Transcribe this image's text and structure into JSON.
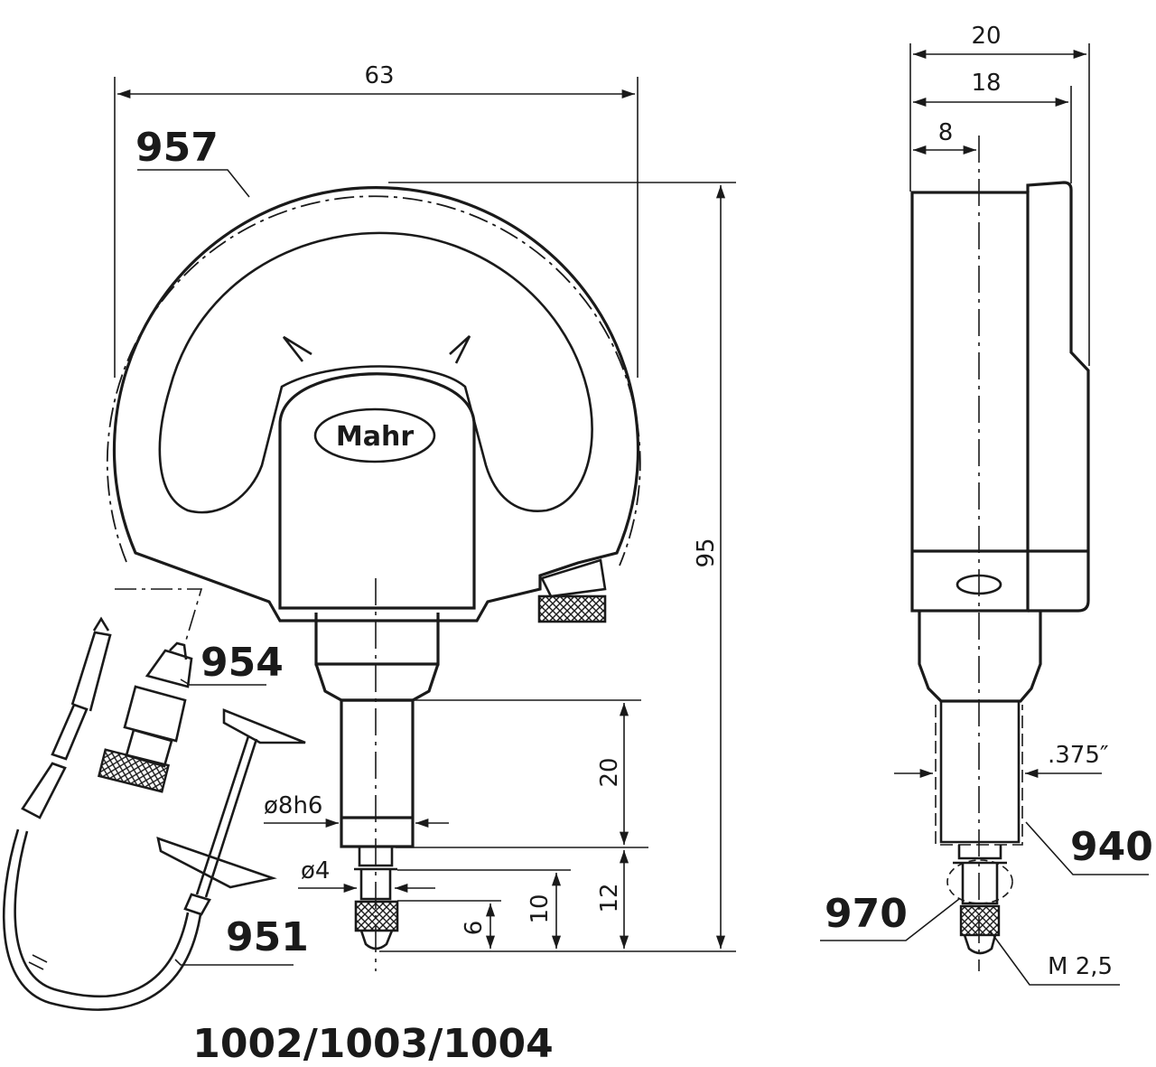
{
  "brand": "Mahr",
  "model_numbers": "1002/1003/1004",
  "dimensions": {
    "overall_width": "63",
    "overall_height": "95",
    "stem_length": "20",
    "tip_length": "12",
    "tip_sub_length": "10",
    "contact_length": "6",
    "stem_diameter": "ø8h6",
    "tip_diameter": "ø4",
    "side_depth": "20",
    "side_depth_inner": "18",
    "side_axis_offset": "8",
    "stem_inch": ".375″",
    "thread": "M 2,5"
  },
  "references": {
    "ref_957": "957",
    "ref_954": "954",
    "ref_951": "951",
    "ref_940": "940",
    "ref_970": "970"
  }
}
